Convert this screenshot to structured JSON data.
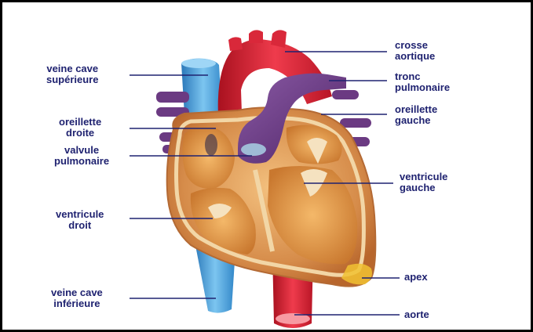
{
  "labels": {
    "veine_cave_superieure": [
      "veine cave",
      "supérieure"
    ],
    "oreillette_droite": [
      "oreillette",
      "droite"
    ],
    "valvule_pulmonaire": [
      "valvule",
      "pulmonaire"
    ],
    "ventricule_droit": [
      "ventricule",
      "droit"
    ],
    "veine_cave_inferieure": [
      "veine cave",
      "inférieure"
    ],
    "crosse_aortique": [
      "crosse",
      "aortique"
    ],
    "tronc_pulmonaire": [
      "tronc",
      "pulmonaire"
    ],
    "oreillette_gauche": [
      "oreillette",
      "gauche"
    ],
    "ventricule_gauche": [
      "ventricule",
      "gauche"
    ],
    "apex": [
      "apex"
    ],
    "aorte": [
      "aorte"
    ]
  },
  "colors": {
    "label_text": "#1f2270",
    "leader_line": "#1f2270",
    "aorta_red": "#d9283a",
    "vein_blue": "#3a9ad6",
    "pulmonary_purple": "#6f3c86",
    "myocardium_tan": "#d99a58",
    "wall_cream": "#f2d6a6"
  }
}
